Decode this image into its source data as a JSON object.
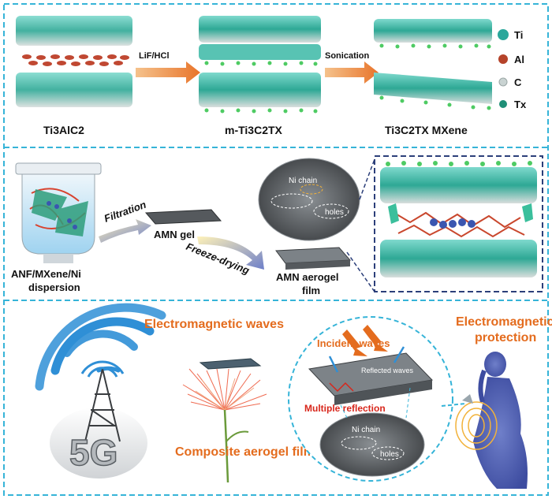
{
  "panel1": {
    "step1_arrow": "LiF/HCl",
    "step2_arrow": "Sonication",
    "stage1": "Ti3AlC2",
    "stage2": "m-Ti3C2TX",
    "stage3": "Ti3C2TX MXene",
    "legend": [
      "Ti",
      "Al",
      "C",
      "Tx"
    ]
  },
  "panel2": {
    "dispersion_line1": "ANF/MXene/Ni",
    "dispersion_line2": "dispersion",
    "filtration": "Filtration",
    "gel": "AMN gel",
    "freeze": "Freeze-drying",
    "aerogel_line1": "AMN aerogel",
    "aerogel_line2": "film",
    "sem_label1": "Ni chain",
    "sem_label2": "holes"
  },
  "panel3": {
    "em_waves": "Electromagnetic waves",
    "composite": "Composite aerogel film",
    "protection_line1": "Electromagnetic",
    "protection_line2": "protection",
    "incident": "Incident waves",
    "reflected": "Reflected waves",
    "multiple": "Multiple reflection",
    "sem_label1": "Ni chain",
    "sem_label2": "holes",
    "tower_label": "5G"
  },
  "colors": {
    "ti": "#2aa79b",
    "al": "#b5432a",
    "c": "#c9d3d2",
    "tx": "#1f8f77",
    "frame": "#36b4d8",
    "accent": "#e46c1e"
  }
}
